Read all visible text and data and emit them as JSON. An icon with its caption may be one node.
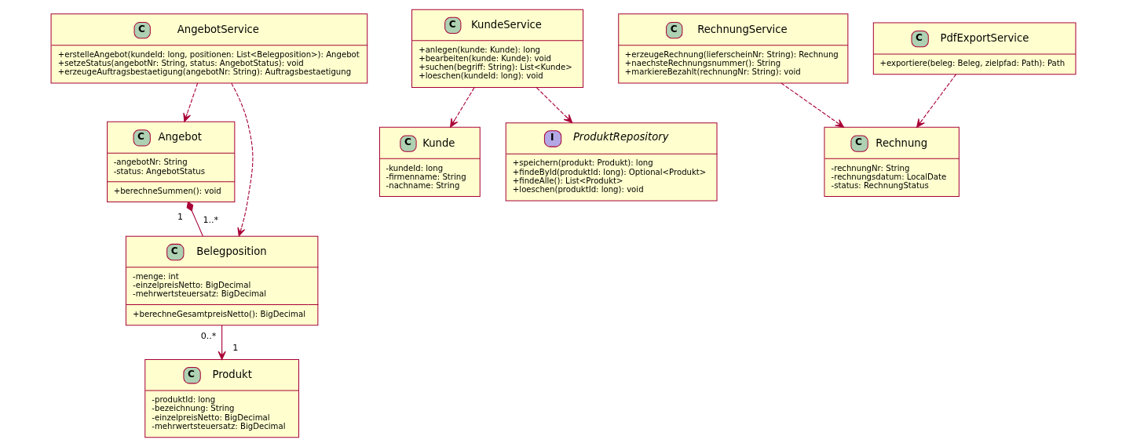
{
  "diagram": {
    "nodes": [
      {
        "text": [
          "C",
          "AngebotService",
          "+erstelleAngebot(kundeId: long, positionen: List<Belegposition>): Angebot",
          "+setzeStatus(angebotNr: String, status: AngebotStatus): void",
          "+erzeugeAuftragsbestaetigung(angebotNr: String): Auftragsbestaetigung"
        ]
      },
      {
        "text": [
          "C",
          "KundeService",
          "+anlegen(kunde: Kunde): long",
          "+bearbeiten(kunde: Kunde): void",
          "+suchen(begriff: String): List<Kunde>",
          "+loeschen(kundeId: long): void"
        ]
      },
      {
        "text": [
          "C",
          "RechnungService",
          "+erzeugeRechnung(lieferscheinNr: String): Rechnung",
          "+naechsteRechnungsnummer(): String",
          "+markiereBezahlt(rechnungNr: String): void"
        ]
      },
      {
        "text": [
          "C",
          "PdfExportService",
          "+exportiere(beleg: Beleg, zielpfad: Path): Path"
        ]
      },
      {
        "text": [
          "C",
          "Angebot",
          "-angebotNr: String",
          "-status: AngebotStatus",
          "+berechneSummen(): void"
        ]
      },
      {
        "text": [
          "C",
          "Kunde",
          "-kundeId: long",
          "-firmenname: String",
          "-nachname: String"
        ]
      },
      {
        "text": [
          "I",
          "ProduktRepository",
          "+speichern(produkt: Produkt): long",
          "+findeById(produktId: long): Optional<Produkt>",
          "+findeAlle(): List<Produkt>",
          "+loeschen(produktId: long): void"
        ]
      },
      {
        "text": [
          "C",
          "Rechnung",
          "-rechnungNr: String",
          "-rechnungsdatum: LocalDate",
          "-status: RechnungStatus"
        ]
      },
      {
        "text": [
          "C",
          "Belegposition",
          "-menge: int",
          "-einzelpreisNetto: BigDecimal",
          "-mehrwertsteuersatz: BigDecimal",
          "+berechneGesamtpreisNetto(): BigDecimal"
        ]
      },
      {
        "text": [
          "C",
          "Produkt",
          "-produktId: long",
          "-bezeichnung: String",
          "-einzelpreisNetto: BigDecimal",
          "-mehrwertsteuersatz: BigDecimal"
        ]
      }
    ],
    "edges": [
      {
        "from": 0,
        "to": 8,
        "arrow": "to",
        "style": "dashed"
      },
      {
        "from": 0,
        "to": 4,
        "arrow": "to",
        "style": "dashed"
      },
      {
        "from": 1,
        "to": 5,
        "arrow": "to",
        "style": "dashed"
      },
      {
        "from": 1,
        "to": 6,
        "arrow": "to",
        "style": "dashed"
      },
      {
        "from": 2,
        "to": 7,
        "arrow": "to",
        "style": "dashed"
      },
      {
        "from": 3,
        "to": 7,
        "arrow": "to",
        "style": "dashed"
      },
      {
        "from": 4,
        "to": 8,
        "arrow": "other"
      },
      {
        "from": 8,
        "to": 9,
        "arrow": "to"
      }
    ],
    "labels": [
      "1",
      "1..*",
      "0..*",
      "1"
    ]
  }
}
